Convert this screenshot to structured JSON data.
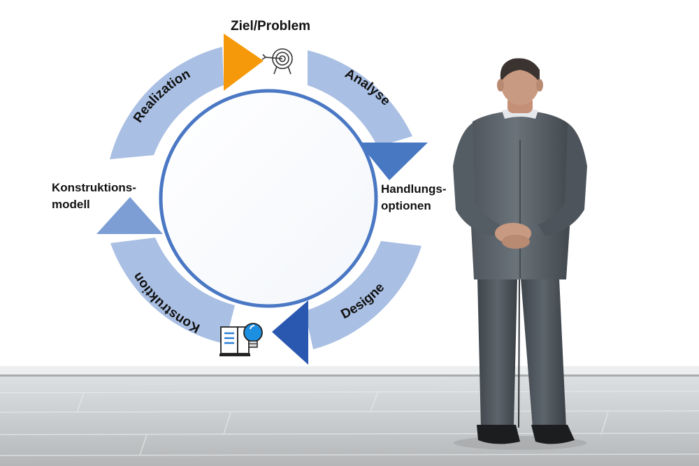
{
  "diagram": {
    "segments": [
      {
        "label": "Analyse"
      },
      {
        "label": "Designe"
      },
      {
        "label": "Konstruktion"
      },
      {
        "label": "Realization"
      }
    ],
    "nodes": {
      "goal": "Ziel/Problem",
      "options_line1": "Handlungs-",
      "options_line2": "optionen",
      "model_line1": "Konstruktions-",
      "model_line2": "modell"
    },
    "colors": {
      "segment_fill": "#a9bfe3",
      "ring_stroke": "#4a78c4",
      "goal_arrow": "#f5990a",
      "options_arrow": "#4878c2",
      "design_arrow": "#2a57b0",
      "model_arrow": "#7c9ed4"
    },
    "icons": [
      "target-icon",
      "book-lightbulb-icon",
      "businessman-figure"
    ]
  }
}
